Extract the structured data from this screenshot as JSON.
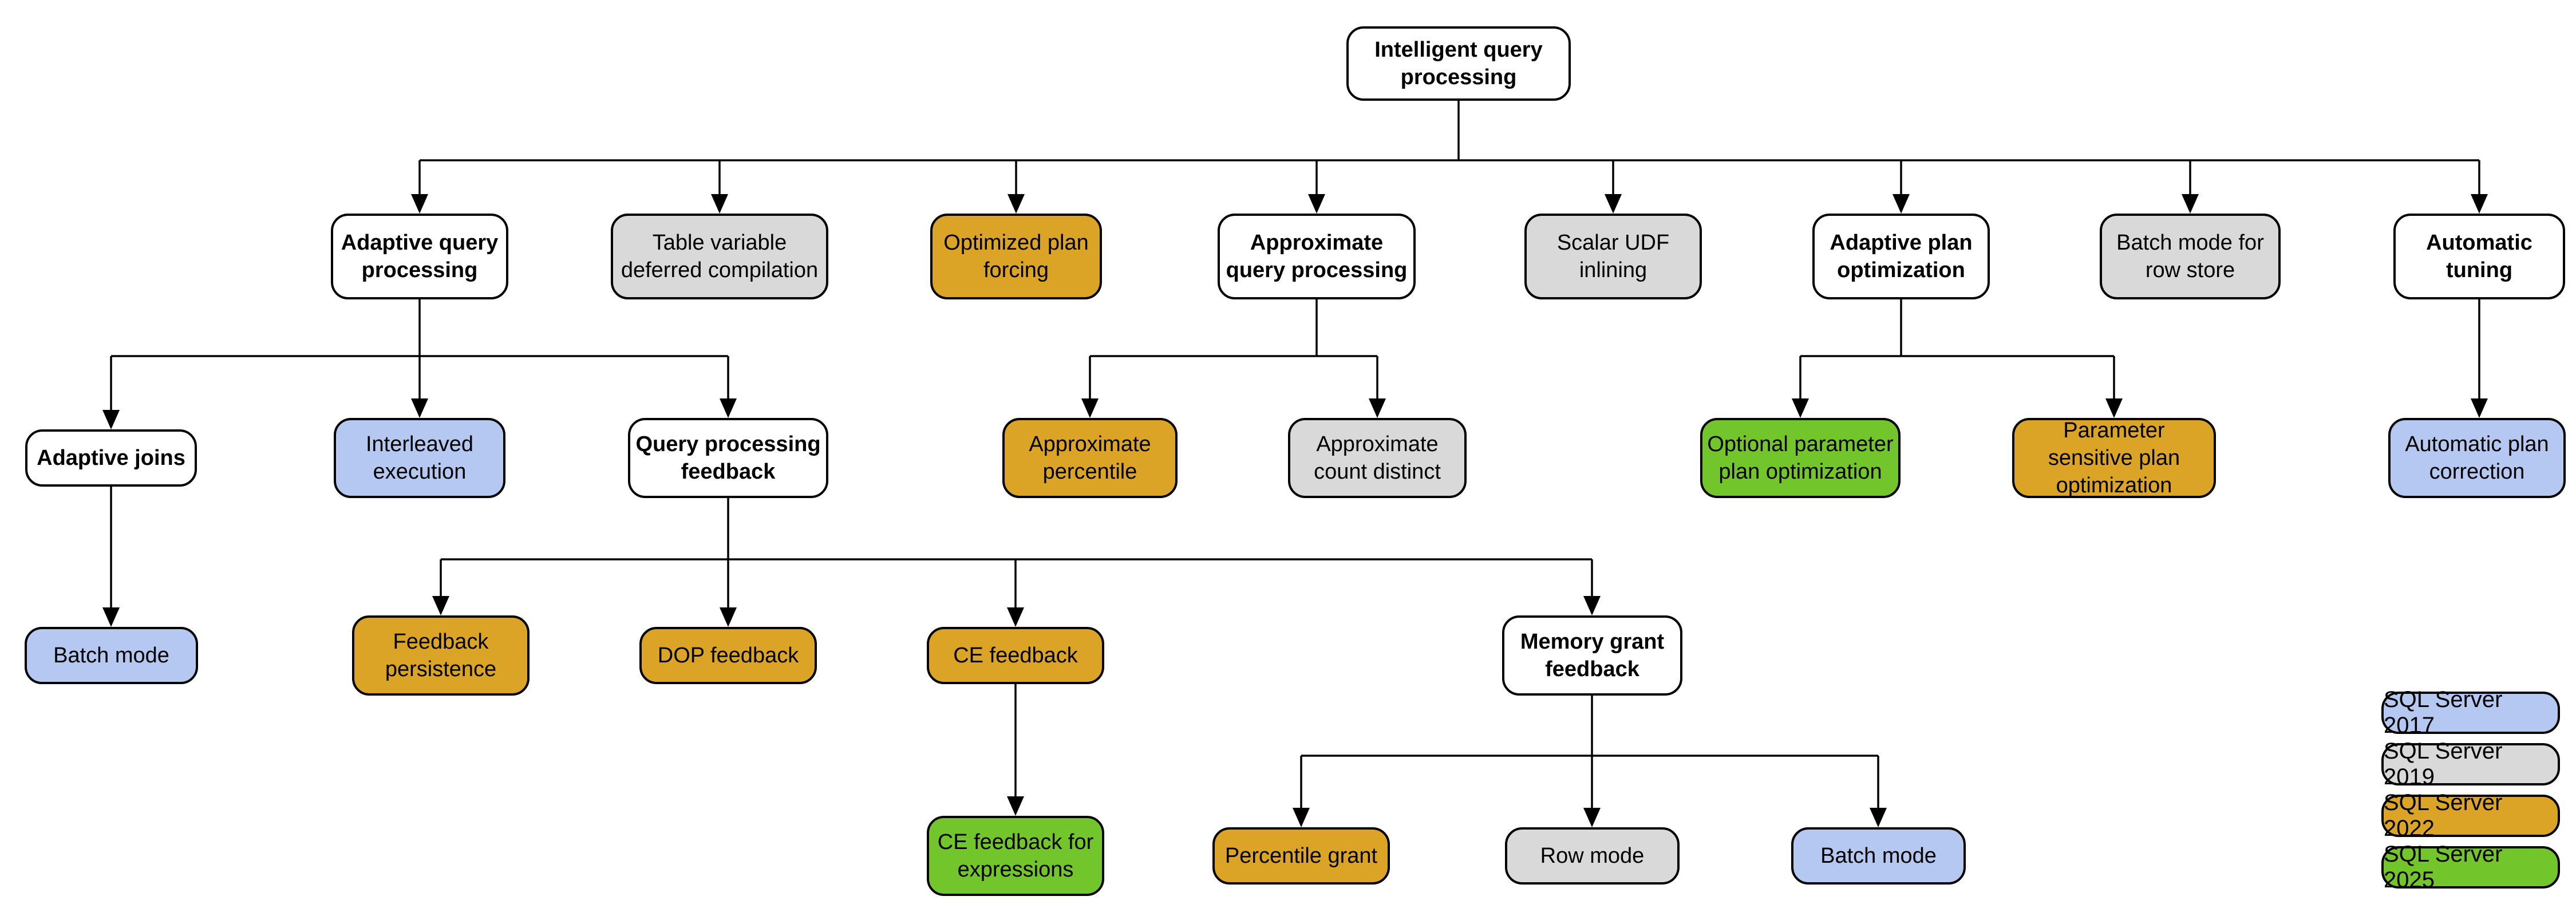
{
  "colors": {
    "white": "#ffffff",
    "sql2017": "#b5c8f1",
    "sql2019": "#d9d9d9",
    "sql2022": "#dba427",
    "sql2025": "#72c62c",
    "border": "#000000",
    "line": "#000000"
  },
  "legend": {
    "items": [
      {
        "label": "SQL Server 2017",
        "color": "sql2017"
      },
      {
        "label": "SQL Server 2019",
        "color": "sql2019"
      },
      {
        "label": "SQL Server 2022",
        "color": "sql2022"
      },
      {
        "label": "SQL Server 2025",
        "color": "sql2025"
      }
    ]
  },
  "nodes": {
    "root": {
      "label": "Intelligent query processing",
      "color": "white"
    },
    "adaptive_query_processing": {
      "label": "Adaptive query processing",
      "color": "white"
    },
    "table_variable_deferred_compilation": {
      "label": "Table variable deferred compilation",
      "color": "sql2019"
    },
    "optimized_plan_forcing": {
      "label": "Optimized plan forcing",
      "color": "sql2022"
    },
    "approximate_query_processing": {
      "label": "Approximate query processing",
      "color": "white"
    },
    "scalar_udf_inlining": {
      "label": "Scalar UDF inlining",
      "color": "sql2019"
    },
    "adaptive_plan_optimization": {
      "label": "Adaptive plan optimization",
      "color": "white"
    },
    "batch_mode_for_row_store": {
      "label": "Batch mode for row store",
      "color": "sql2019"
    },
    "automatic_tuning": {
      "label": "Automatic tuning",
      "color": "white"
    },
    "adaptive_joins": {
      "label": "Adaptive joins",
      "color": "white"
    },
    "interleaved_execution": {
      "label": "Interleaved execution",
      "color": "sql2017"
    },
    "query_processing_feedback": {
      "label": "Query processing feedback",
      "color": "white"
    },
    "approximate_percentile": {
      "label": "Approximate percentile",
      "color": "sql2022"
    },
    "approximate_count_distinct": {
      "label": "Approximate count distinct",
      "color": "sql2019"
    },
    "optional_parameter_plan_optimization": {
      "label": "Optional parameter plan optimization",
      "color": "sql2025"
    },
    "parameter_sensitive_plan_optimization": {
      "label": "Parameter sensitive plan optimization",
      "color": "sql2022"
    },
    "automatic_plan_correction": {
      "label": "Automatic plan correction",
      "color": "sql2017"
    },
    "batch_mode_adaptive": {
      "label": "Batch mode",
      "color": "sql2017"
    },
    "feedback_persistence": {
      "label": "Feedback persistence",
      "color": "sql2022"
    },
    "dop_feedback": {
      "label": "DOP feedback",
      "color": "sql2022"
    },
    "ce_feedback": {
      "label": "CE feedback",
      "color": "sql2022"
    },
    "memory_grant_feedback": {
      "label": "Memory grant feedback",
      "color": "white"
    },
    "ce_feedback_for_expressions": {
      "label": "CE feedback for expressions",
      "color": "sql2025"
    },
    "percentile_grant": {
      "label": "Percentile grant",
      "color": "sql2022"
    },
    "row_mode": {
      "label": "Row mode",
      "color": "sql2019"
    },
    "batch_mode_memory": {
      "label": "Batch mode",
      "color": "sql2017"
    }
  }
}
